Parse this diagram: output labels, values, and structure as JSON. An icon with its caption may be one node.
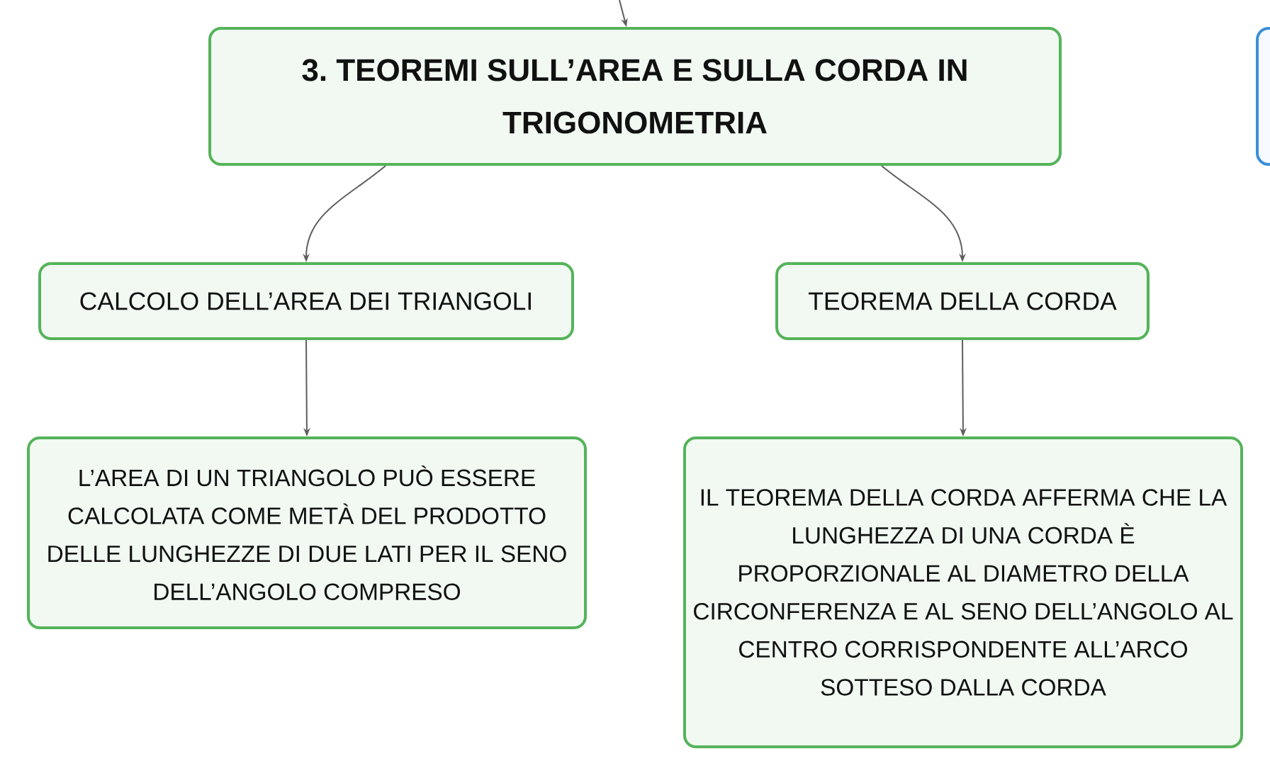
{
  "diagram": {
    "nodes": [
      {
        "text": [
          "3. TEOREMI SULL’AREA E SULLA CORDA IN TRIGONOMETRIA"
        ]
      },
      {
        "text": [
          "CALCOLO DELL’AREA DEI TRIANGOLI"
        ]
      },
      {
        "text": [
          "TEOREMA DELLA CORDA"
        ]
      },
      {
        "text": [
          "L’AREA DI UN TRIANGOLO PUÒ ESSERE CALCOLATA COME METÀ DEL PRODOTTO DELLE LUNGHEZZE DI DUE LATI PER IL SENO DELL’ANGOLO COMPRESO"
        ]
      },
      {
        "text": [
          "IL TEOREMA DELLA CORDA AFFERMA CHE LA LUNGHEZZA DI UNA CORDA È PROPORZIONALE AL DIAMETRO DELLA CIRCONFERENZA E AL SENO DELL’ANGOLO AL CENTRO CORRISPONDENTE ALL’ARCO SOTTESO DALLA CORDA"
        ]
      },
      {
        "text": [],
        "shape": "box"
      }
    ],
    "edges": [
      {
        "from": null,
        "to": 0,
        "arrow": "to"
      },
      {
        "from": 0,
        "to": 1,
        "arrow": "to"
      },
      {
        "from": 0,
        "to": 2,
        "arrow": "to"
      },
      {
        "from": 1,
        "to": 3,
        "arrow": "to"
      },
      {
        "from": 2,
        "to": 4,
        "arrow": "to"
      }
    ]
  }
}
